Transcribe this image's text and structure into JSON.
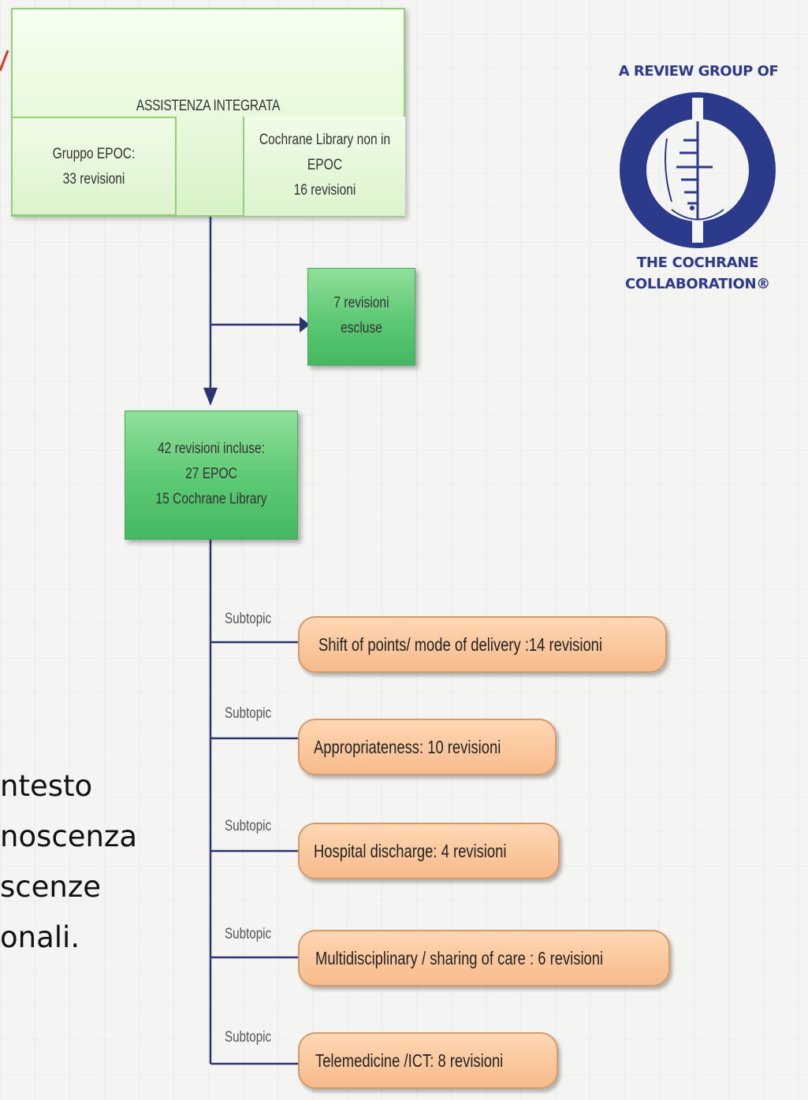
{
  "top_box": {
    "title": "ASSISTENZA INTEGRATA",
    "left_cell": [
      "Gruppo EPOC:",
      "33 revisioni"
    ],
    "right_cell": [
      "Cochrane Library non in",
      "EPOC",
      "16 revisioni"
    ]
  },
  "excluded_box": [
    "7 revisioni",
    "escluse"
  ],
  "included_box": [
    "42 revisioni incluse:",
    "27 EPOC",
    "15 Cochrane Library"
  ],
  "subtopics": [
    {
      "label": "Subtopic",
      "text": "Shift of points/ mode of delivery :14 revisioni"
    },
    {
      "label": "Subtopic",
      "text": "Appropriateness: 10 revisioni"
    },
    {
      "label": "Subtopic",
      "text": "Hospital discharge: 4 revisioni"
    },
    {
      "label": "Subtopic",
      "text": "Multidisciplinary / sharing of care : 6 revisioni"
    },
    {
      "label": "Subtopic",
      "text": "Telemedicine /ICT: 8 revisioni"
    }
  ],
  "side_text": [
    "ntesto",
    "noscenza",
    "scenze",
    "onali."
  ],
  "logo": {
    "title": "A REVIEW GROUP OF",
    "name_lines": [
      "THE COCHRANE",
      "COLLABORATION®"
    ],
    "icon": "cochrane-logo-icon"
  },
  "colors": {
    "green_light": "#e6f8da",
    "green_dark": "#5cc873",
    "peach": "#f6bb8b",
    "connector": "#2a3470",
    "logo_blue": "#2c3a8c"
  }
}
